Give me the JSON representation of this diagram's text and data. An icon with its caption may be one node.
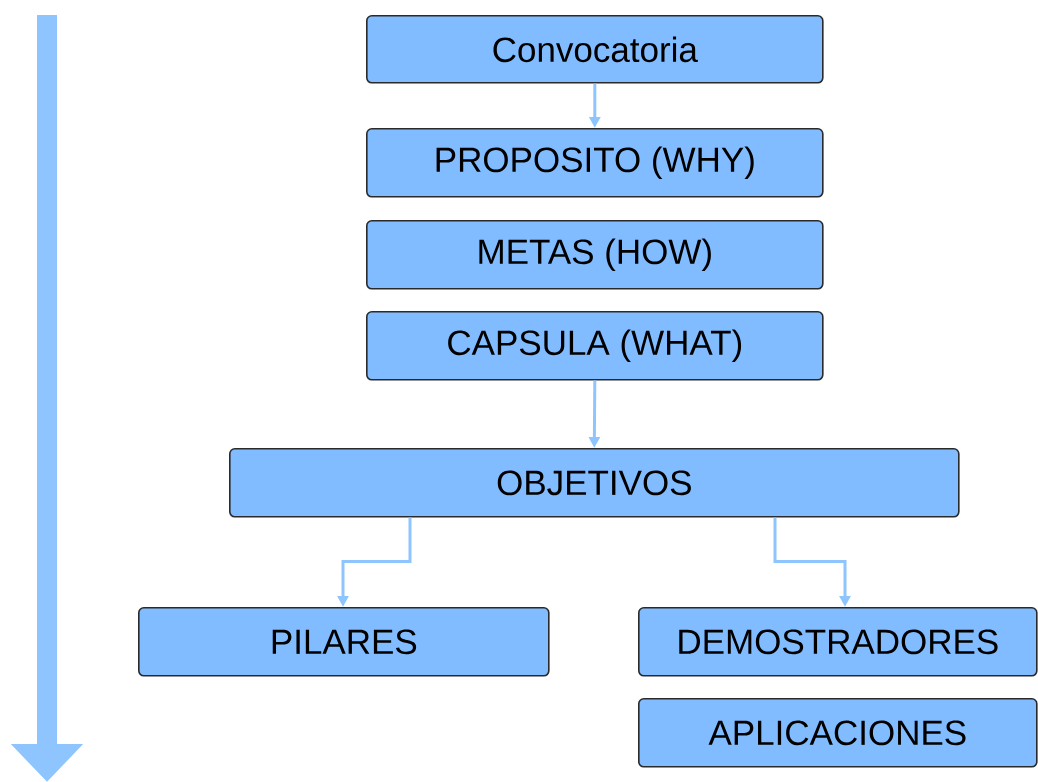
{
  "diagram": {
    "nodes": [
      {
        "text": [
          "Convocatoria"
        ]
      },
      {
        "text": [
          "PROPOSITO (WHY)"
        ]
      },
      {
        "text": [
          "METAS (HOW)"
        ]
      },
      {
        "text": [
          "CAPSULA (WHAT)"
        ]
      },
      {
        "text": [
          "OBJETIVOS"
        ]
      },
      {
        "text": [
          "PILARES"
        ]
      },
      {
        "text": [
          "DEMOSTRADORES"
        ]
      },
      {
        "text": [
          "APLICACIONES"
        ]
      }
    ],
    "edges": [
      {
        "from": 0,
        "to": 1,
        "arrow": "to"
      },
      {
        "from": 3,
        "to": 4,
        "arrow": "to"
      },
      {
        "from": 4,
        "to": 5,
        "arrow": "to"
      },
      {
        "from": 4,
        "to": 6,
        "arrow": "to"
      }
    ]
  }
}
